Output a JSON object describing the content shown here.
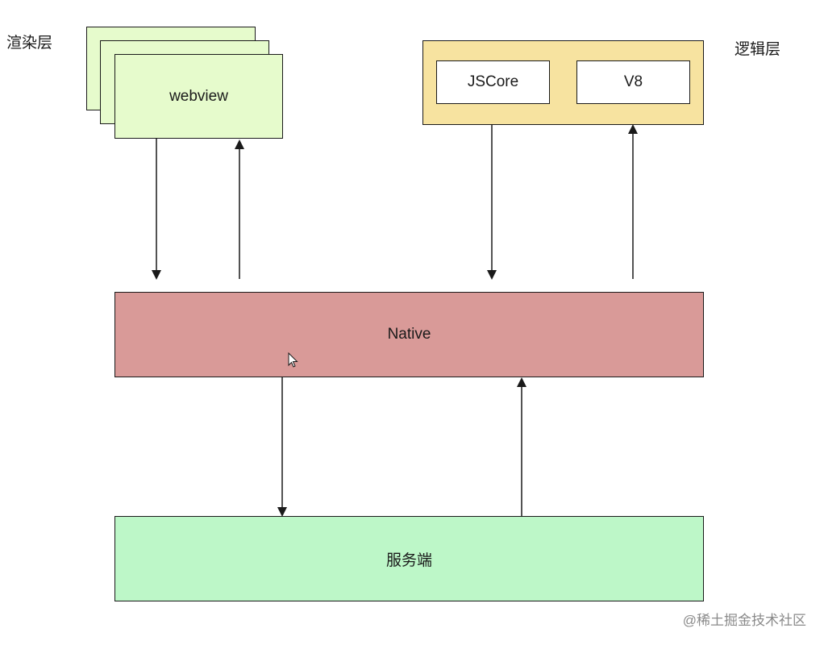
{
  "render_layer": {
    "label": "渲染层",
    "webview_label": "webview"
  },
  "logic_layer": {
    "label": "逻辑层",
    "engines": [
      "JSCore",
      "V8"
    ]
  },
  "native": {
    "label": "Native"
  },
  "server": {
    "label": "服务端"
  },
  "watermark": "@稀土掘金技术社区",
  "colors": {
    "webview_fill": "#e6fbcc",
    "logic_fill": "#f7e3a0",
    "native_fill": "#d99a98",
    "server_fill": "#bdf7c8",
    "stroke": "#1a1a1a"
  },
  "icons": {
    "cursor": "mouse-pointer-icon"
  }
}
